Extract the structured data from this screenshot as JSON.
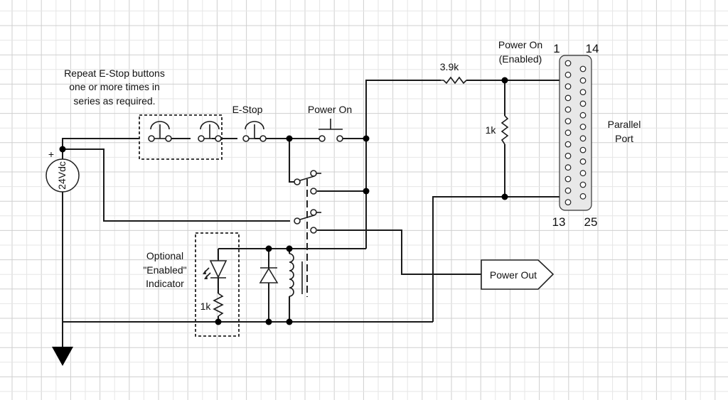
{
  "diagram": {
    "type": "circuit-schematic",
    "colors": {
      "background": "#ffffff",
      "grid_minor": "#e6e6e6",
      "grid_major": "#cfcfcf",
      "wire": "#1a1a1a",
      "connector_fill": "#e8e8e8"
    },
    "labels": {
      "repeat_note_line1": "Repeat E-Stop buttons",
      "repeat_note_line2": "one or more times in",
      "repeat_note_line3": "series as required.",
      "estop": "E-Stop",
      "power_on_button": "Power On",
      "power_on_enabled_line1": "Power On",
      "power_on_enabled_line2": "(Enabled)",
      "resistor_top": "3.9k",
      "resistor_divider": "1k",
      "resistor_led": "1k",
      "optional_line1": "Optional",
      "optional_line2": "\"Enabled\"",
      "optional_line3": "Indicator",
      "power_out": "Power Out",
      "parallel_line1": "Parallel",
      "parallel_line2": "Port",
      "supply_voltage": "24Vdc",
      "supply_plus": "+",
      "pin_1": "1",
      "pin_14": "14",
      "pin_13": "13",
      "pin_25": "25"
    },
    "components": [
      {
        "id": "supply",
        "kind": "dc-source",
        "value": "24Vdc"
      },
      {
        "id": "estop-1",
        "kind": "push-button-nc"
      },
      {
        "id": "estop-2",
        "kind": "push-button-nc"
      },
      {
        "id": "estop-3",
        "kind": "push-button-nc",
        "label": "E-Stop"
      },
      {
        "id": "power-on",
        "kind": "push-button-no",
        "label": "Power On"
      },
      {
        "id": "relay-contact-1",
        "kind": "relay-spdt"
      },
      {
        "id": "relay-contact-2",
        "kind": "relay-spdt"
      },
      {
        "id": "relay-coil",
        "kind": "inductor"
      },
      {
        "id": "flyback-diode",
        "kind": "diode"
      },
      {
        "id": "indicator-led",
        "kind": "led"
      },
      {
        "id": "r-led",
        "kind": "resistor",
        "value": "1k"
      },
      {
        "id": "r-series",
        "kind": "resistor",
        "value": "3.9k"
      },
      {
        "id": "r-divider",
        "kind": "resistor",
        "value": "1k"
      },
      {
        "id": "parallel-port",
        "kind": "db25-connector",
        "pins_row1": 13,
        "pins_row2": 12
      },
      {
        "id": "power-out",
        "kind": "off-page-connector",
        "label": "Power Out"
      },
      {
        "id": "ground",
        "kind": "ground"
      }
    ]
  }
}
